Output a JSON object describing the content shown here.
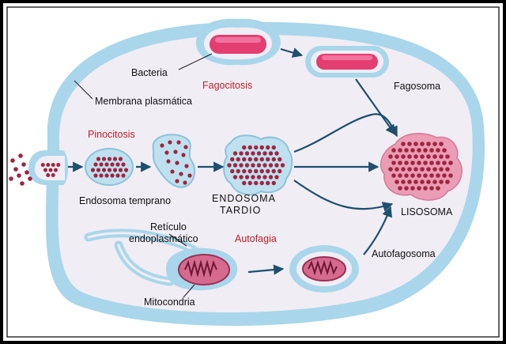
{
  "colors": {
    "membrane": "#a9d6ea",
    "cytoplasm": "#f1edf5",
    "arrow": "#1d4f6e",
    "particle": "#a0243f",
    "vesicle_fill": "#bfe0ef",
    "bacteria": "#e43d72",
    "lysosome": "#ea9db5",
    "mitochondria": "#d46b8e",
    "red_text": "#c0202a"
  },
  "labels": {
    "bacteria": "Bacteria",
    "fagocitosis": "Fagocitosis",
    "fagosoma": "Fagosoma",
    "membrana": "Membrana plasmática",
    "pinocitosis": "Pinocitosis",
    "endosoma_temprano": "Endosoma temprano",
    "endosoma_tardio_1": "ENDOSOMA",
    "endosoma_tardio_2": "TARDIO",
    "lisosoma": "LISOSOMA",
    "reticulo_1": "Retículo",
    "reticulo_2": "endoplasmático",
    "autofagia": "Autofagia",
    "autofagosoma": "Autofagosoma",
    "mitocondria": "Mitocondria"
  }
}
